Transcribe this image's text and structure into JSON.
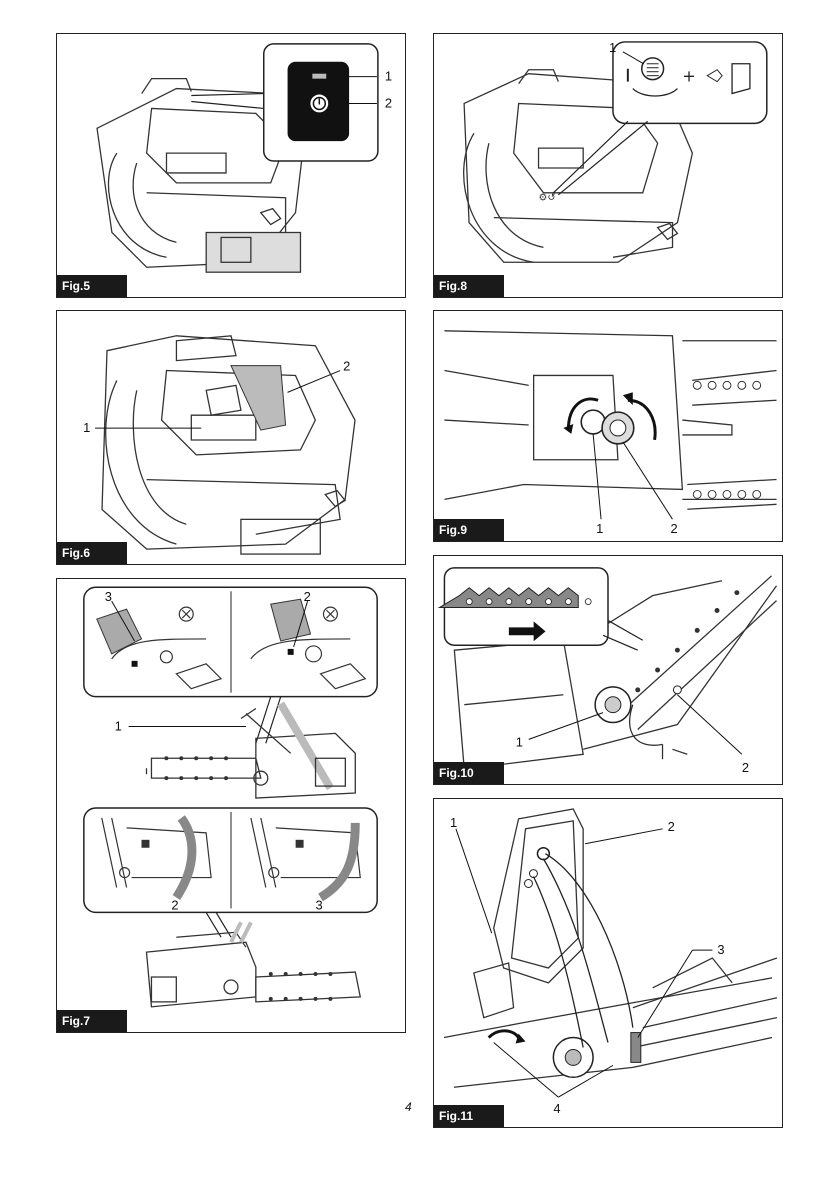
{
  "page_number": "4",
  "figures": {
    "fig5": {
      "label": "Fig.5",
      "callouts": [
        "1",
        "2"
      ]
    },
    "fig8": {
      "label": "Fig.8",
      "callouts": [
        "1"
      ]
    },
    "fig6": {
      "label": "Fig.6",
      "callouts": [
        "1",
        "2"
      ]
    },
    "fig9": {
      "label": "Fig.9",
      "callouts": [
        "1",
        "2"
      ]
    },
    "fig7": {
      "label": "Fig.7",
      "callouts": [
        "3",
        "2",
        "1",
        "2",
        "3"
      ]
    },
    "fig10": {
      "label": "Fig.10",
      "callouts": [
        "1",
        "2"
      ]
    },
    "fig11": {
      "label": "Fig.11",
      "callouts": [
        "1",
        "2",
        "3",
        "4"
      ]
    }
  }
}
